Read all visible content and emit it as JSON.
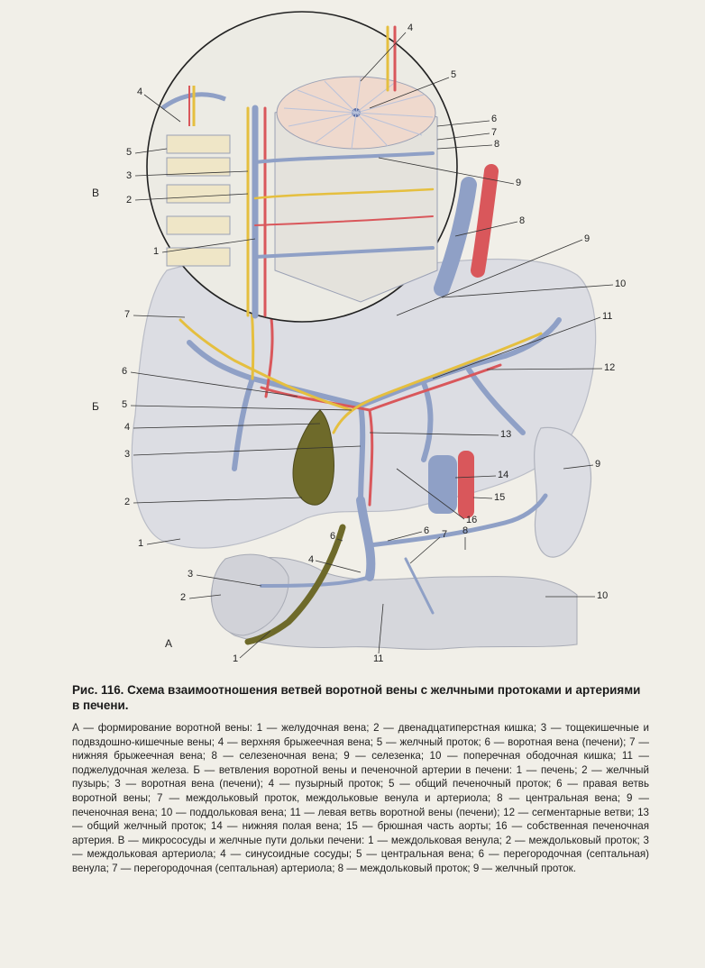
{
  "figure": {
    "section_labels": {
      "a": "А",
      "b": "Б",
      "v": "В"
    },
    "callouts_v": [
      "4",
      "5",
      "6",
      "7",
      "8",
      "9",
      "4",
      "5",
      "3",
      "2",
      "1"
    ],
    "callouts_b": [
      "7",
      "6",
      "5",
      "4",
      "3",
      "2",
      "1",
      "8",
      "9",
      "10",
      "11",
      "12",
      "13",
      "14",
      "15",
      "16"
    ],
    "callouts_a": [
      "6",
      "4",
      "3",
      "2",
      "1",
      "11",
      "6",
      "7",
      "8",
      "9",
      "10"
    ],
    "colors": {
      "vein": "#8fa0c6",
      "artery": "#d9575b",
      "duct": "#e5bf3f",
      "liver": "#dcdde3",
      "bladder": "#6e6a2a",
      "intestine": "#d6d7dc"
    }
  },
  "caption": {
    "lead": "Рис. 116.",
    "title": "Схема взаимоотношения ветвей воротной вены с желчными протоками и артериями в печени."
  },
  "legend": "А — формирование воротной вены: 1 — желудочная вена; 2 — двенадцатиперстная кишка; 3 — тощекишечные и подвздошно-кишечные вены; 4 — верхняя брыжеечная вена; 5 — желчный проток; 6 — воротная вена (печени); 7 — нижняя брыжеечная вена; 8 — селезеночная вена; 9 — селезенка; 10 — поперечная ободочная кишка; 11 — поджелудочная железа. Б — ветвления воротной вены и печеночной артерии в печени: 1 — печень; 2 — желчный пузырь; 3 — воротная вена (печени); 4 — пузырный проток; 5 — общий печеночный проток; 6 — правая ветвь воротной вены; 7 — междольковый проток, междольковые венула и артериола; 8 — центральная вена; 9 — печеночная вена; 10 — поддольковая вена; 11 — левая ветвь воротной вены (печени); 12 — сегментарные ветви; 13 — общий желчный проток; 14 — нижняя полая вена; 15 — брюшная часть аорты; 16 — собственная печеночная артерия. В — микрососуды и желчные пути дольки печени: 1 — междольковая венула; 2 — междольковый проток; 3 — междольковая артериола; 4 — синусоидные сосуды; 5 — центральная вена; 6 — перегородочная (септальная) венула; 7 — перегородочная (септальная) артериола; 8 — междольковый проток; 9 — желчный проток."
}
